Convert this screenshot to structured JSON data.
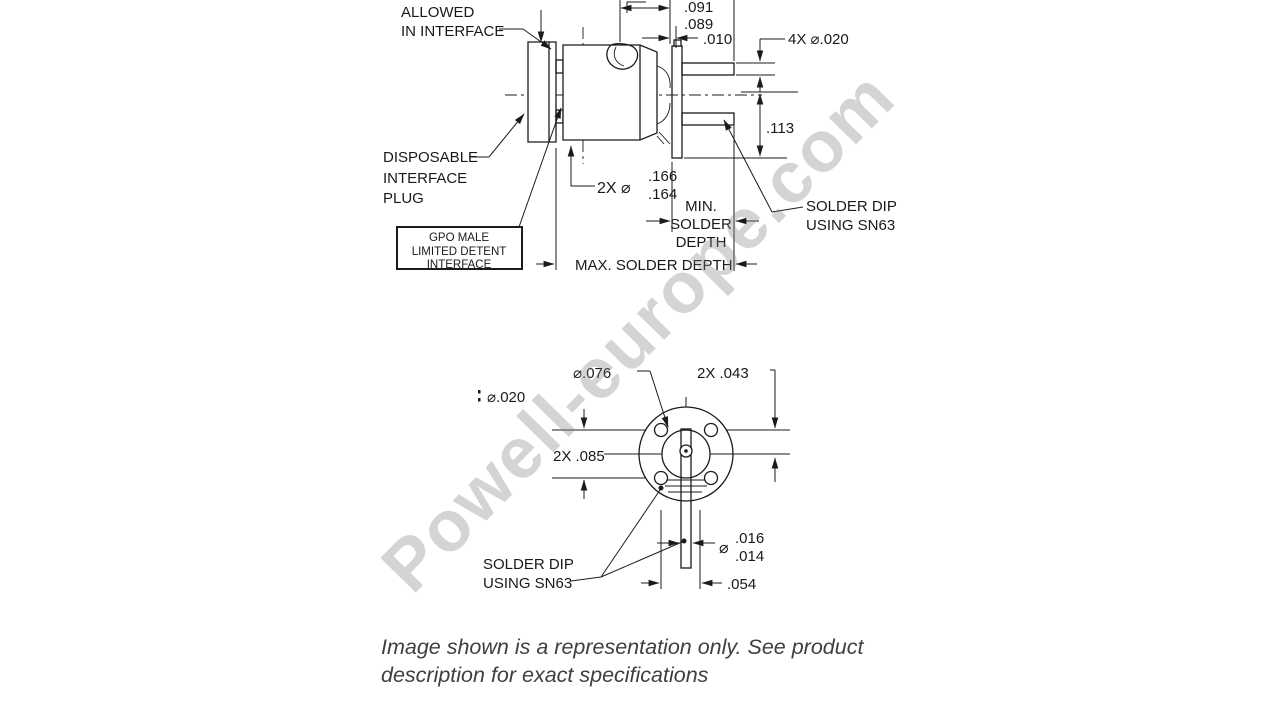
{
  "watermark": {
    "text": "Powell-europe.com",
    "color": "#d4d4d4"
  },
  "caption": {
    "text": "Image shown is a representation only. See product description for exact specifications"
  },
  "side_view": {
    "notes": {
      "allowed1": "ALLOWED",
      "allowed2": "IN INTERFACE",
      "disposable1": "DISPOSABLE",
      "disposable2": "INTERFACE",
      "disposable3": "PLUG",
      "gpo1": "GPO MALE",
      "gpo2": "LIMITED DETENT",
      "gpo3": "INTERFACE",
      "solder1": "SOLDER DIP",
      "solder2": "USING SN63",
      "min1": "MIN.",
      "min2": "SOLDER",
      "min3": "DEPTH",
      "max": "MAX. SOLDER DEPTH"
    },
    "dims": {
      "d091": ".091",
      "d089": ".089",
      "d010": ".010",
      "d4x020": "4X ⌀.020",
      "d113": ".113",
      "d2x": "2X ⌀",
      "d166": ".166",
      "d164": ".164"
    }
  },
  "top_view": {
    "notes": {
      "solder1": "SOLDER DIP",
      "solder2": "USING SN63"
    },
    "dims": {
      "d076": "⌀.076",
      "d2x043": "2X .043",
      "d020": "⌀.020",
      "d2x085": "2X .085",
      "dia": "⌀",
      "d016": ".016",
      "d014": ".014",
      "d054": ".054"
    }
  }
}
